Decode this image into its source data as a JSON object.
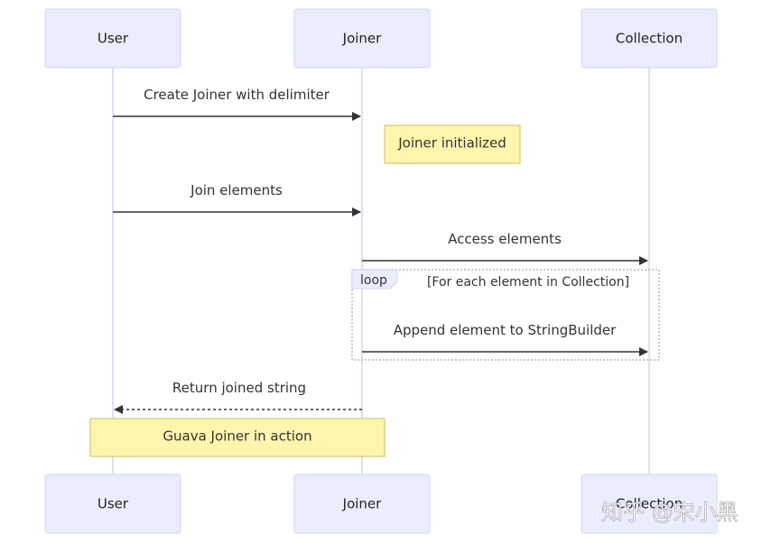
{
  "participants": [
    {
      "id": "user",
      "label": "User"
    },
    {
      "id": "joiner",
      "label": "Joiner"
    },
    {
      "id": "collection",
      "label": "Collection"
    }
  ],
  "messages": [
    {
      "from": "user",
      "to": "joiner",
      "text": "Create Joiner with delimiter",
      "style": "solid"
    },
    {
      "from": "user",
      "to": "joiner",
      "text": "Join elements",
      "style": "solid"
    },
    {
      "from": "joiner",
      "to": "collection",
      "text": "Access elements",
      "style": "solid"
    },
    {
      "from": "joiner",
      "to": "collection",
      "text": "Append element to StringBuilder",
      "style": "solid"
    },
    {
      "from": "joiner",
      "to": "user",
      "text": "Return joined string",
      "style": "dashed"
    }
  ],
  "notes": [
    {
      "text": "Joiner initialized",
      "color": "#fff5ad"
    },
    {
      "text": "Guava Joiner in action",
      "color": "#fff5ad"
    }
  ],
  "loop": {
    "keyword": "loop",
    "condition": "[For each element in Collection]"
  },
  "colors": {
    "actor_fill": "#ececff",
    "actor_border": "#d6d3f5",
    "note_fill": "#fff5ad",
    "line": "#333333"
  },
  "watermark": "知乎 @宋小黑"
}
